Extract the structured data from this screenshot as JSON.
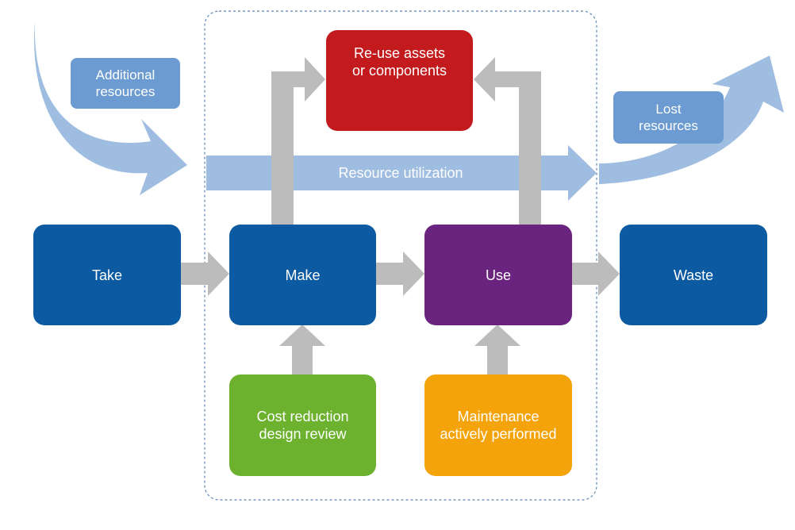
{
  "nodes": {
    "take": "Take",
    "make": "Make",
    "use": "Use",
    "waste": "Waste",
    "reuse": "Re-use assets\nor components",
    "cost_review": "Cost reduction\ndesign review",
    "maintenance": "Maintenance\nactively performed"
  },
  "callouts": {
    "additional": "Additional\nresources",
    "lost": "Lost\nresources"
  },
  "band": {
    "label": "Resource utilization"
  },
  "colors": {
    "dark_blue": "#0b5aa2",
    "purple": "#6a237e",
    "red": "#c31a1e",
    "green": "#6cb22e",
    "orange": "#f4a30a",
    "light_blue": "#9fbde0",
    "callout_blue": "#6b9bd0",
    "gray_arrow": "#bcbcbc",
    "dashed_border": "#5b86b7"
  }
}
